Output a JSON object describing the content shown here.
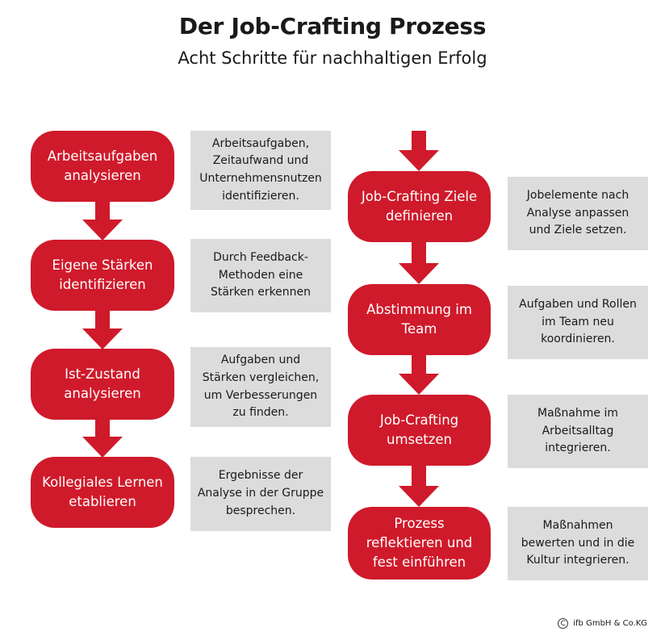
{
  "header": {
    "title": "Der Job-Crafting Prozess",
    "subtitle": "Acht Schritte für nachhaltigen Erfolg"
  },
  "colors": {
    "step": "#cf1a2b",
    "description": "#dcdcdc"
  },
  "left_column": [
    {
      "step": "Arbeitsaufgaben\nanalysieren",
      "description": "Arbeitsaufgaben,\nZeitaufwand und\nUnternehmensnutzen\nidentifizieren."
    },
    {
      "step": "Eigene Stärken\nidentifizieren",
      "description": "Durch Feedback-\nMethoden eine\nStärken erkennen"
    },
    {
      "step": "Ist-Zustand\nanalysieren",
      "description": "Aufgaben und\nStärken vergleichen,\num Verbesserungen\nzu finden."
    },
    {
      "step": "Kollegiales Lernen\netablieren",
      "description": "Ergebnisse der\nAnalyse in der Gruppe\nbesprechen."
    }
  ],
  "right_column": [
    {
      "step": "Job-Crafting Ziele\ndefinieren",
      "description": "Jobelemente nach\nAnalyse anpassen\nund Ziele setzen."
    },
    {
      "step": "Abstimmung im\nTeam",
      "description": "Aufgaben und Rollen\nim Team neu\nkoordinieren."
    },
    {
      "step": "Job-Crafting\numsetzen",
      "description": "Maßnahme im\nArbeitsalltag\nintegrieren."
    },
    {
      "step": "Prozess\nreflektieren und\nfest einführen",
      "description": "Maßnahmen\nbewerten und in die\nKultur integrieren."
    }
  ],
  "footer": {
    "copyright_symbol": "C",
    "text": "ifb GmbH & Co.KG"
  }
}
